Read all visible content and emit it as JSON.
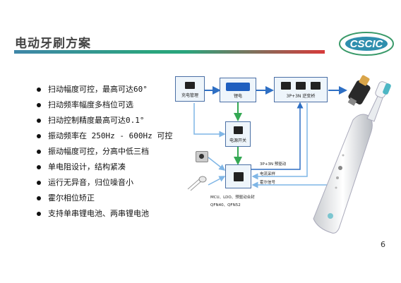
{
  "slide": {
    "title": "电动牙刷方案",
    "page_number": "6",
    "logo_text": "CSCIC"
  },
  "bullets": [
    "扫动幅度可控，最高可达60°",
    "扫动频率幅度多档位可选",
    "扫动控制精度最高可达0.1°",
    "振动频率在 250Hz - 600Hz 可控",
    "振动幅度可控，分高中低三档",
    "单电阻设计，结构紧凑",
    "运行无异音，归位噪音小",
    "霍尔相位矫正",
    "支持单串锂电池、两串锂电池"
  ],
  "diagram": {
    "charge_block": "充电管理",
    "battery_block": "锂电",
    "bridge_block": "3P+3N 逆变桥",
    "power_switch_block": "电源开关",
    "signal_drive": "3P+3N 预驱动",
    "signal_current": "电流采样",
    "signal_hall": "霍尔信号",
    "mcu_note_line1": "MCU、LDO、预驱动合封",
    "mcu_note_line2": "QFN40、QFN52"
  },
  "colors": {
    "accent_blue": "#3f86a8",
    "accent_green": "#2aa57d",
    "accent_red": "#d73a3a",
    "arrow_blue": "#2e6fc4",
    "arrow_green": "#34a853",
    "arrow_lightblue": "#7fb6e6"
  }
}
